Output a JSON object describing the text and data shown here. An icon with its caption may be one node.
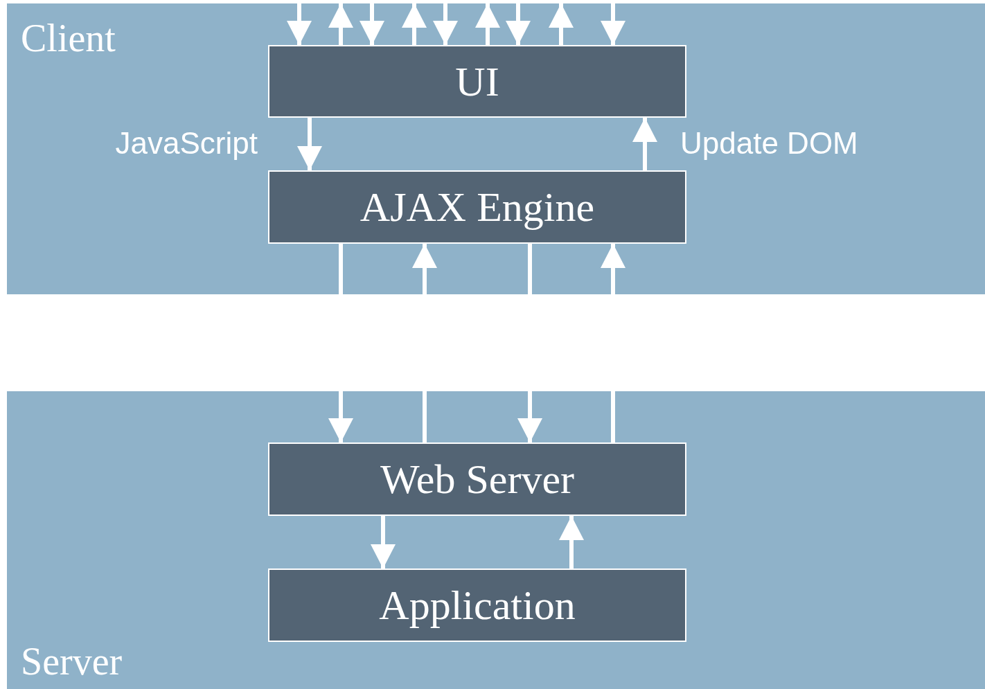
{
  "diagram": {
    "nodes": [
      {
        "text": [
          "Client"
        ]
      },
      {
        "text": [
          "UI"
        ],
        "in": 0
      },
      {
        "text": [
          "AJAX Engine"
        ],
        "in": 0
      },
      {
        "text": [
          "Server"
        ]
      },
      {
        "text": [
          "Web Server"
        ],
        "in": 3
      },
      {
        "text": [
          "Application"
        ],
        "in": 3
      }
    ],
    "edges": [
      {
        "from": null,
        "to": 1,
        "arrow": "to"
      },
      {
        "from": 1,
        "to": null,
        "arrow": "to"
      },
      {
        "from": null,
        "to": 1,
        "arrow": "to"
      },
      {
        "from": 1,
        "to": null,
        "arrow": "to"
      },
      {
        "from": null,
        "to": 1,
        "arrow": "to"
      },
      {
        "from": 1,
        "to": null,
        "arrow": "to"
      },
      {
        "from": null,
        "to": 1,
        "arrow": "to"
      },
      {
        "from": 1,
        "to": null,
        "arrow": "to"
      },
      {
        "from": null,
        "to": 1,
        "arrow": "to"
      },
      {
        "from": 1,
        "to": 2,
        "arrow": "to",
        "label": "JavaScript"
      },
      {
        "from": 2,
        "to": 1,
        "arrow": "to",
        "label": "Update DOM"
      },
      {
        "from": 2,
        "to": 4,
        "arrow": "to"
      },
      {
        "from": 4,
        "to": 2,
        "arrow": "to"
      },
      {
        "from": 2,
        "to": 4,
        "arrow": "to"
      },
      {
        "from": 4,
        "to": 2,
        "arrow": "to"
      },
      {
        "from": 4,
        "to": 5,
        "arrow": "to"
      },
      {
        "from": 5,
        "to": 4,
        "arrow": "to"
      }
    ]
  }
}
